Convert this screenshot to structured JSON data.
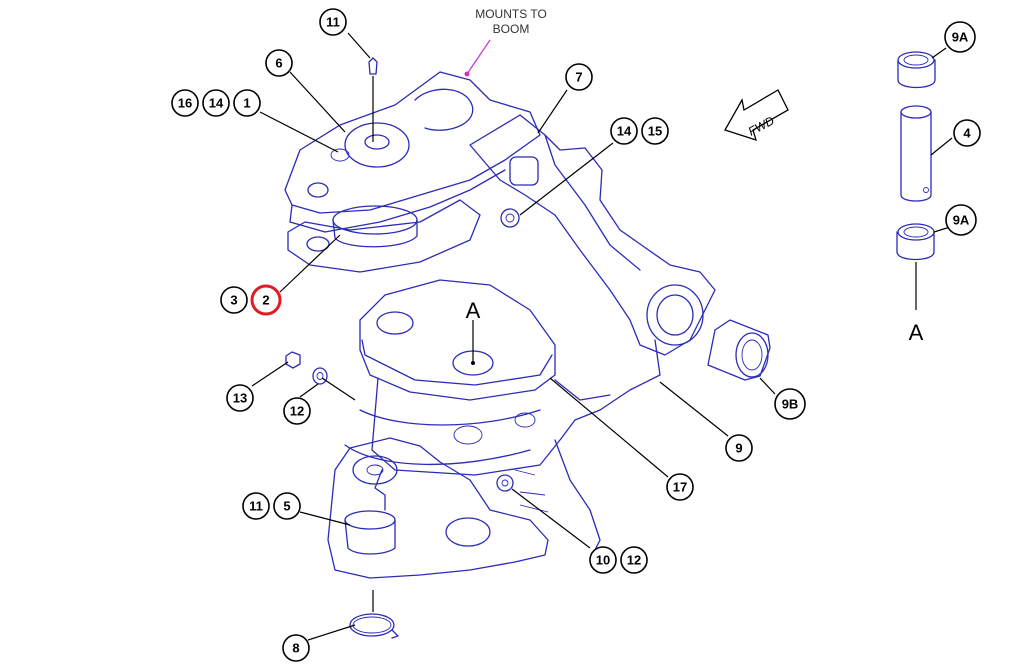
{
  "callout": {
    "line1": "MOUNTS TO",
    "line2": "BOOM",
    "color": "#cc33cc"
  },
  "fwd_label": "FWD",
  "section_labels": [
    "A",
    "A"
  ],
  "accent_highlight": "#e01b24",
  "line_color": "#2b2bb8",
  "bubbles": {
    "b11_top": "11",
    "b6": "6",
    "b16": "16",
    "b14_a": "14",
    "b1": "1",
    "b7": "7",
    "b14_b": "14",
    "b15": "15",
    "b3": "3",
    "b2": "2",
    "b13": "13",
    "b12_a": "12",
    "b9": "9",
    "b9B": "9B",
    "b17": "17",
    "b11_b": "11",
    "b5": "5",
    "b10": "10",
    "b12_b": "12",
    "b8": "8",
    "b9A_top": "9A",
    "b4": "4",
    "b9A_bot": "9A"
  }
}
